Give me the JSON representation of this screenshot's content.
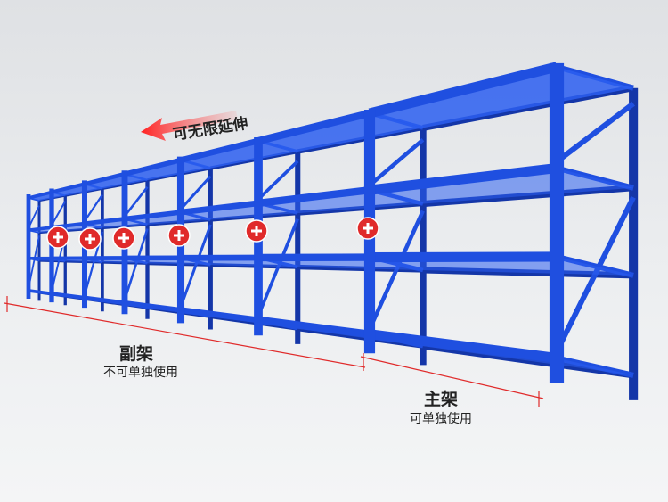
{
  "extend_label": "可无限延伸",
  "sub_frame": {
    "title": "副架",
    "note": "不可单独使用"
  },
  "main_frame": {
    "title": "主架",
    "note": "可单独使用"
  },
  "colors": {
    "rack_blue": "#1f4fe0",
    "rack_dark": "#1436a8",
    "accent_red": "#e02a2a"
  },
  "connector_icon": "plus-icon",
  "connector_count": 6
}
